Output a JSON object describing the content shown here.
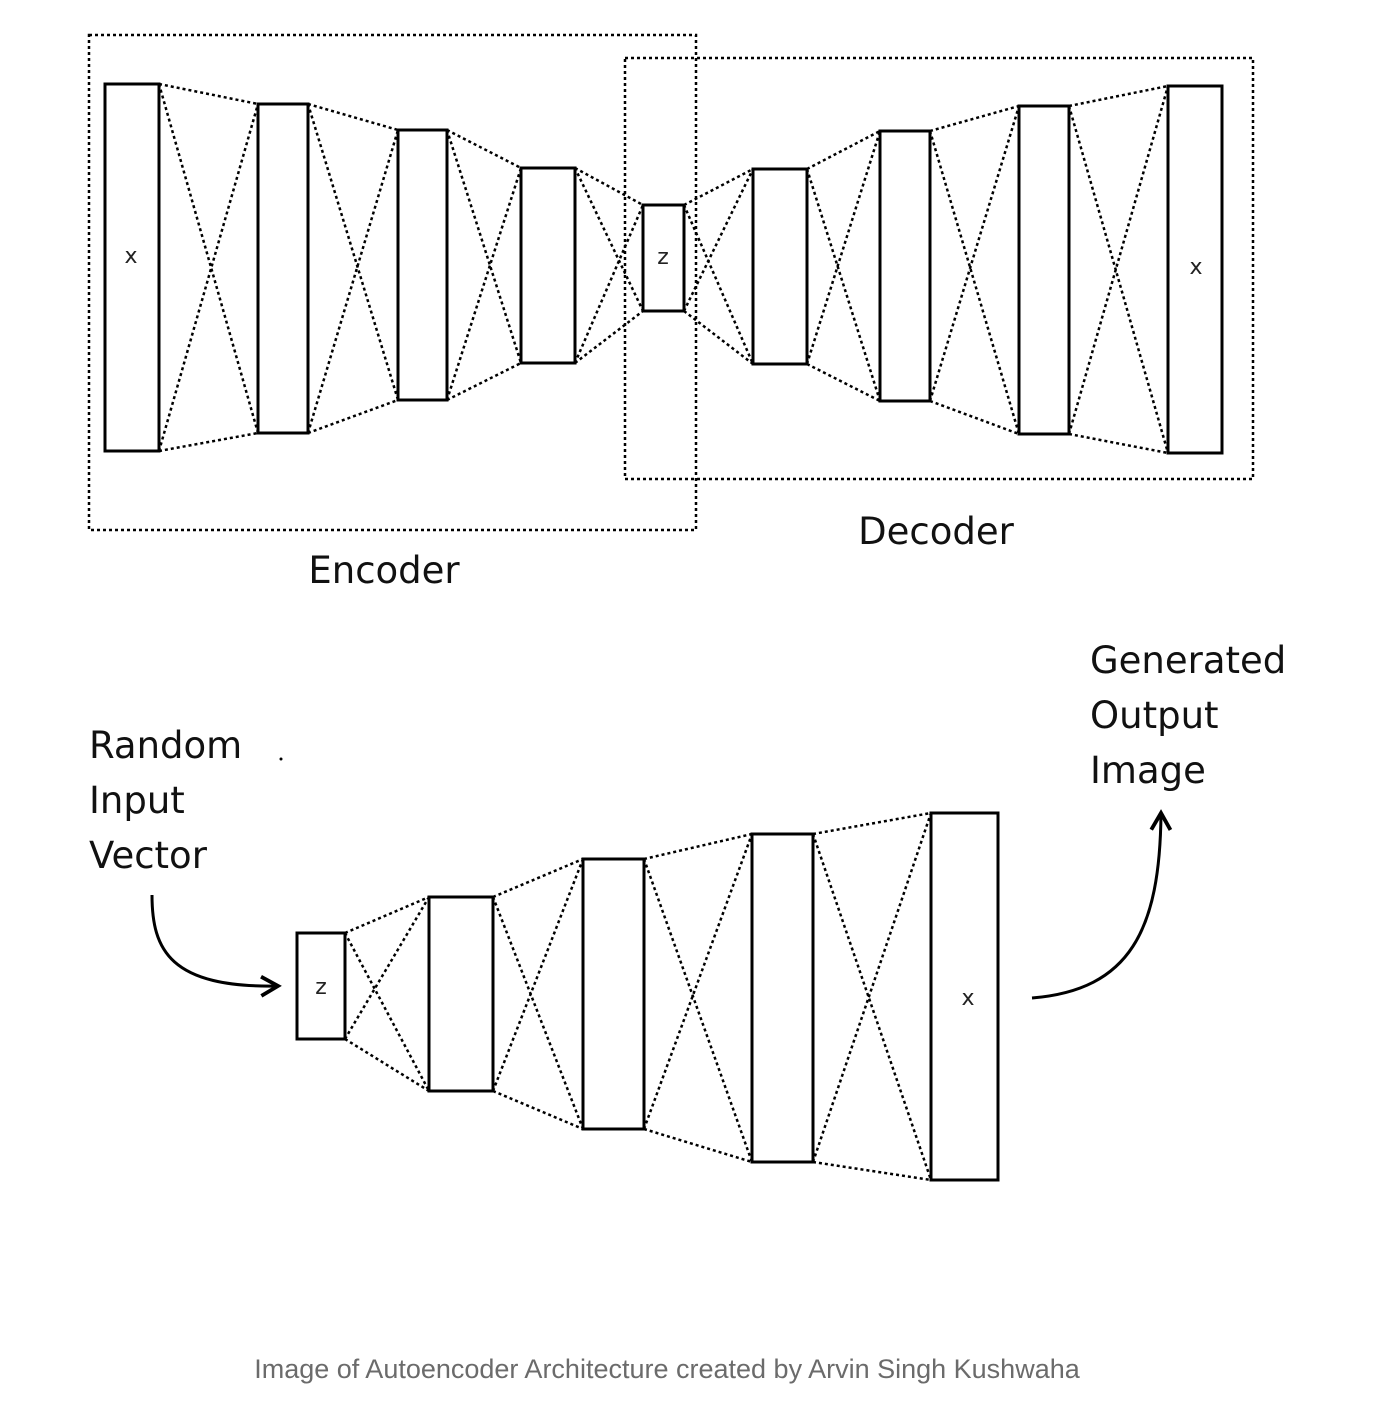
{
  "top": {
    "input_label": "x",
    "latent_label": "z",
    "output_label": "x",
    "encoder_label": "Encoder",
    "decoder_label": "Decoder"
  },
  "bottom": {
    "input_text": [
      "Random",
      "Input",
      "Vector"
    ],
    "latent_label": "z",
    "output_label": "x",
    "output_text": [
      "Generated",
      "Output",
      "Image"
    ]
  },
  "caption": "Image of Autoencoder Architecture created by Arvin Singh Kushwaha"
}
